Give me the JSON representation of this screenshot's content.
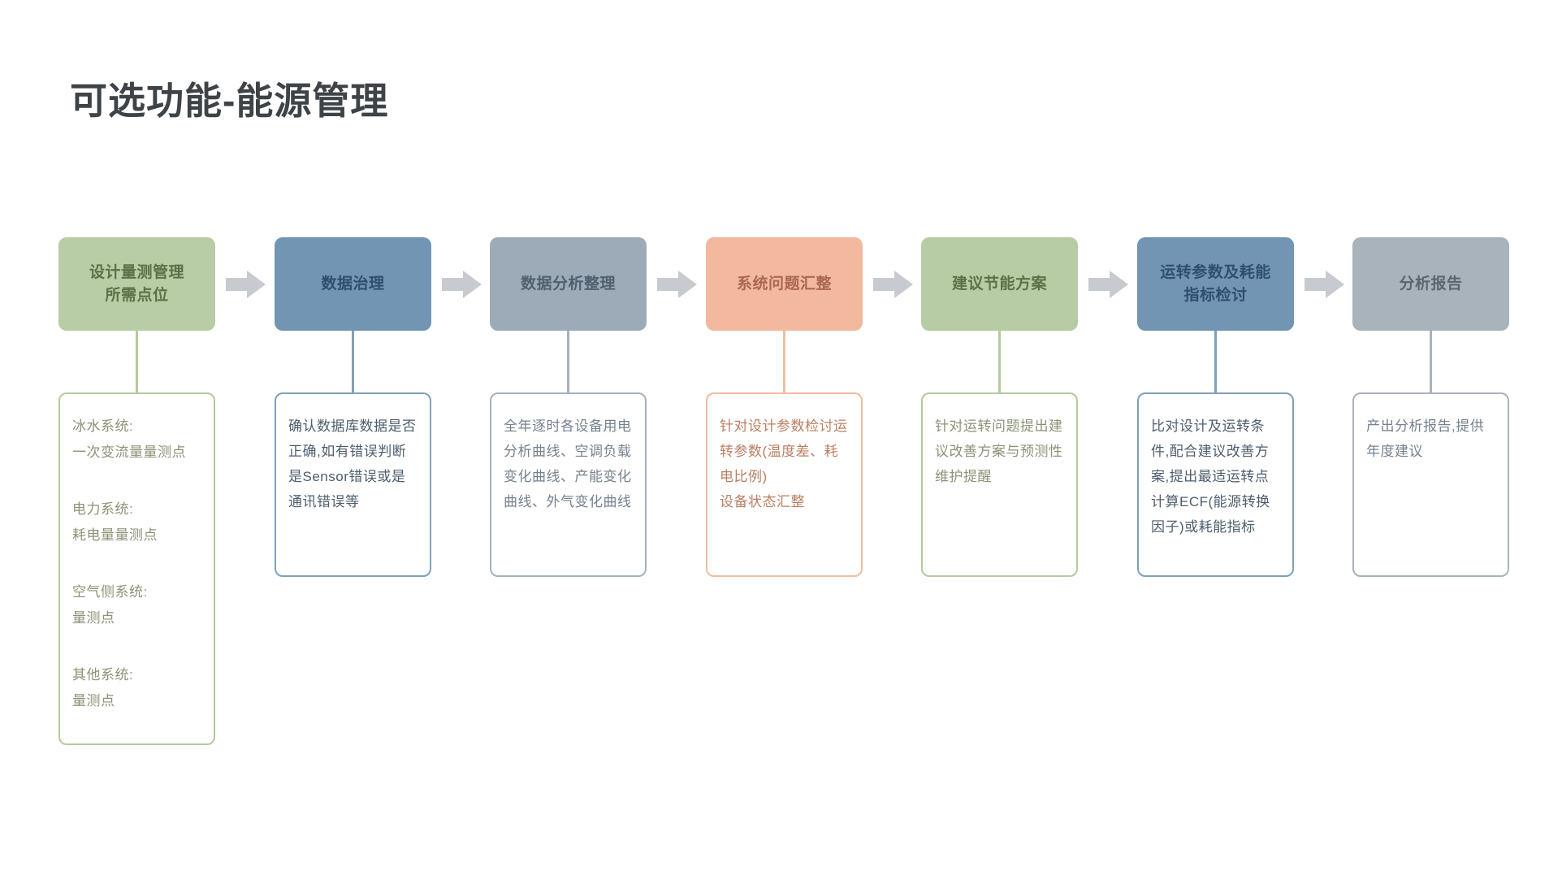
{
  "title": "可选功能-能源管理",
  "title_color": "#3e4347",
  "arrow": {
    "color": "#c7cbd0"
  },
  "columns": [
    {
      "step": "设计量测管理\n所需点位",
      "box_bg": "#b8cca5",
      "box_text": "#5e7046",
      "accent": "#b3cb9e",
      "card_text": "#8b9377",
      "paragraphs": [
        "冰水系统:\n一次变流量量测点",
        "电力系统:\n耗电量量测点",
        "空气侧系统:\n量测点",
        "其他系统:\n量测点"
      ]
    },
    {
      "step": "数据治理",
      "box_bg": "#7295b3",
      "box_text": "#2f4f6d",
      "accent": "#7fa0bc",
      "card_text": "#4e5e6d",
      "paragraphs": [
        "确认数据库数据是否正确,如有错误判断是Sensor错误或是通讯错误等"
      ]
    },
    {
      "step": "数据分析整理",
      "box_bg": "#9dabb9",
      "box_text": "#50606e",
      "accent": "#a4b2bf",
      "card_text": "#75818e",
      "paragraphs": [
        "全年逐时各设备用电分析曲线、空调负载变化曲线、产能变化曲线、外气变化曲线"
      ]
    },
    {
      "step": "系统问题汇整",
      "box_bg": "#f2b99f",
      "box_text": "#aa6850",
      "accent": "#f0bca1",
      "card_text": "#bb7e62",
      "paragraphs": [
        "针对设计参数检讨运转参数(温度差、耗电比例)",
        "设备状态汇整"
      ]
    },
    {
      "step": "建议节能方案",
      "box_bg": "#b7cba4",
      "box_text": "#5e7046",
      "accent": "#b3cb9e",
      "card_text": "#8b9377",
      "paragraphs": [
        "针对运转问题提出建议改善方案与预测性维护提醒"
      ]
    },
    {
      "step": "运转参数及耗能\n指标检讨",
      "box_bg": "#7295b3",
      "box_text": "#2f4f6d",
      "accent": "#7fa0bc",
      "card_text": "#4e5e6d",
      "paragraphs": [
        "比对设计及运转条件,配合建议改善方案,提出最适运转点",
        "计算ECF(能源转换因子)或耗能指标"
      ]
    },
    {
      "step": "分析报告",
      "box_bg": "#a9b3bc",
      "box_text": "#5b656e",
      "accent": "#a9b3bc",
      "card_text": "#75818e",
      "paragraphs": [
        "产出分析报告,提供年度建议"
      ]
    }
  ]
}
